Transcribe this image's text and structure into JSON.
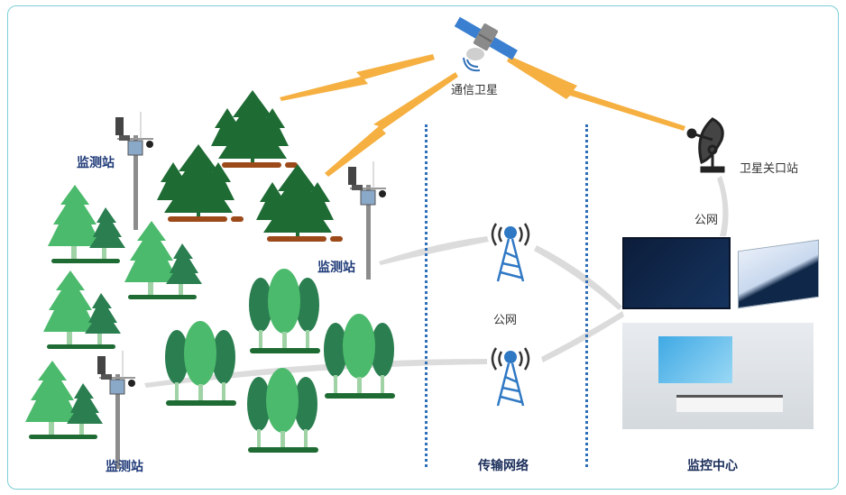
{
  "diagram": {
    "title_sections": [
      {
        "id": "stations",
        "label": ""
      },
      {
        "id": "transport",
        "label": "传输网络"
      },
      {
        "id": "monitor",
        "label": "监控中心"
      }
    ],
    "satellite": {
      "label": "通信卫星",
      "icon": "satellite-icon"
    },
    "gateway": {
      "label": "卫星关口站",
      "icon": "satellite-dish-icon"
    },
    "public_net_gateway": {
      "label": "公网"
    },
    "public_net_towers": {
      "label": "公网"
    },
    "stations": [
      {
        "label": "监测站"
      },
      {
        "label": "监测站"
      },
      {
        "label": "监测站"
      }
    ],
    "bottom_labels": {
      "transport": "传输网络",
      "center": "监控中心"
    },
    "colors": {
      "border": "#7ccfd6",
      "link_satellite": "#f5b041",
      "link_ground": "#d9d9d9",
      "divider": "#2f6fb8",
      "tower": "#2f78c4",
      "pine_dark": "#1f6b34",
      "soil": "#9c4a1a",
      "tree_light": "#4cba6c",
      "tree_dark": "#2a7e50",
      "label_blue": "#1f3a78"
    }
  }
}
